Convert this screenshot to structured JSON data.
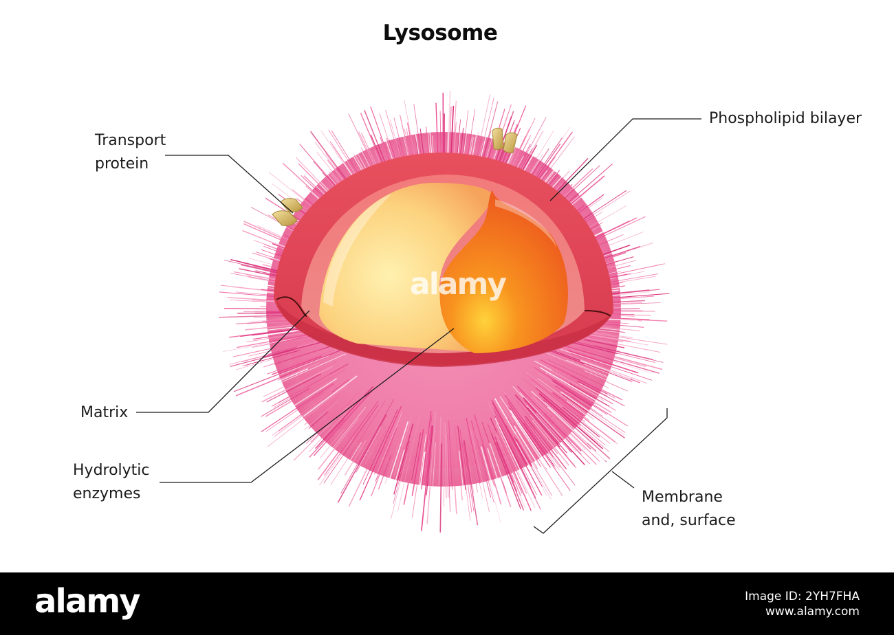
{
  "diagram": {
    "title": "Lysosome",
    "labels": {
      "transport_protein": [
        "Transport",
        "protein"
      ],
      "phospholipid_bilayer": "Phospholipid bilayer",
      "matrix": "Matrix",
      "hydrolytic_enzymes": [
        "Hydrolytic",
        "enzymes"
      ],
      "membrane_surface": [
        "Membrane",
        "and, surface"
      ]
    },
    "watermark": "alamy",
    "colors": {
      "spines": "#e8408a",
      "membrane": "#e8465a",
      "outer_glow": "#f06aa0",
      "matrix_light": "#fde08a",
      "matrix_orange": "#f47a20",
      "transport_protein": "#d9c070"
    }
  },
  "footer": {
    "brand": "alamy",
    "image_id": "Image ID: 2YH7FHA",
    "site": "www.alamy.com"
  }
}
